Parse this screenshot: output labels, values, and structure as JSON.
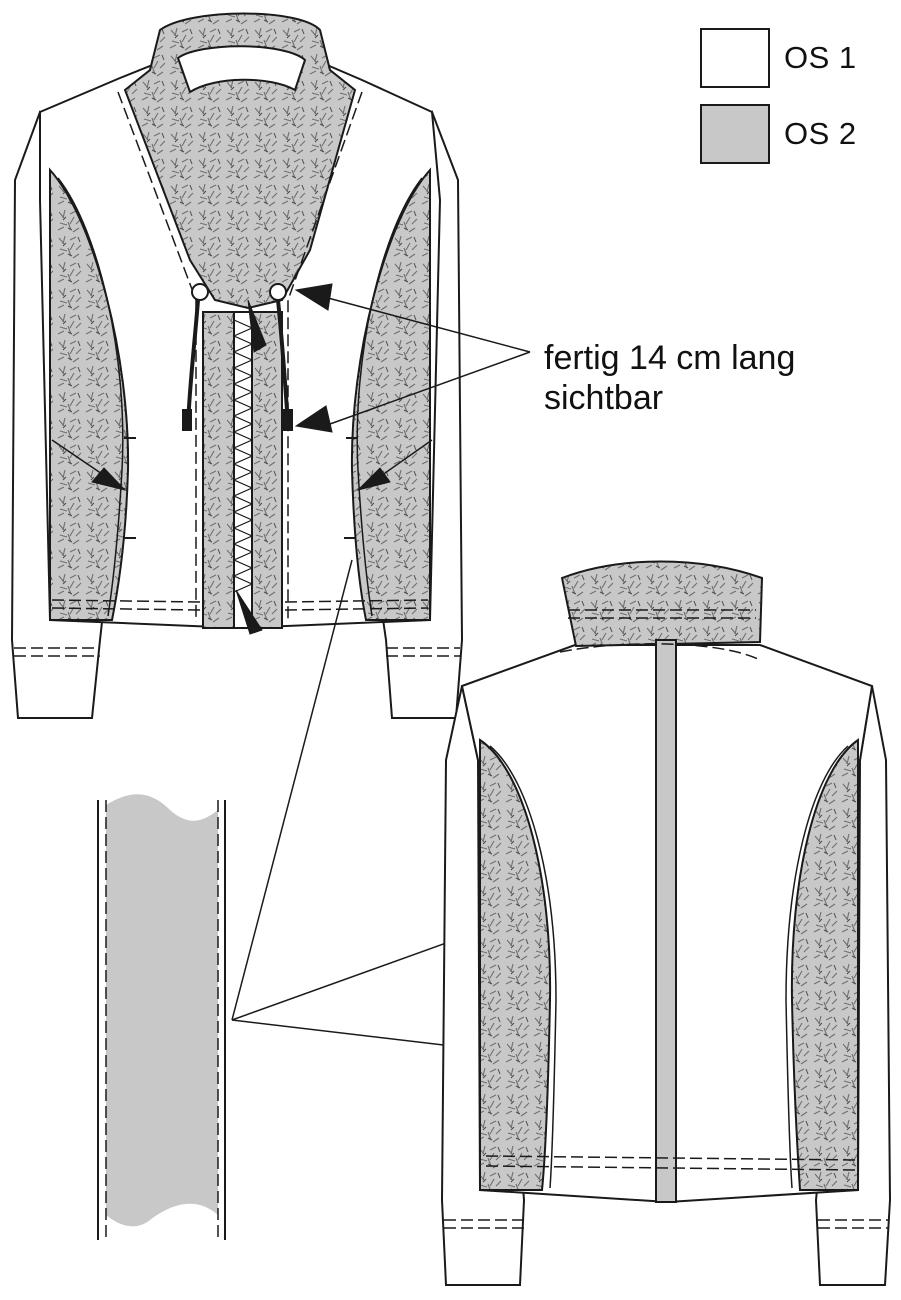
{
  "legend": {
    "items": [
      {
        "label": "OS 1",
        "fill": "#ffffff"
      },
      {
        "label": "OS 2",
        "fill": "#c8c8c8"
      }
    ]
  },
  "callout": {
    "line1": "fertig 14 cm lang",
    "line2": "sichtbar"
  },
  "colors": {
    "outline": "#1a1a1a",
    "fabric_os1": "#ffffff",
    "fabric_os2": "#c8c8c8",
    "fur_texture": "#8a8a8a"
  },
  "views": {
    "front": "jacket-front-view",
    "back": "jacket-back-view",
    "detail": "zipper-strip-detail"
  }
}
